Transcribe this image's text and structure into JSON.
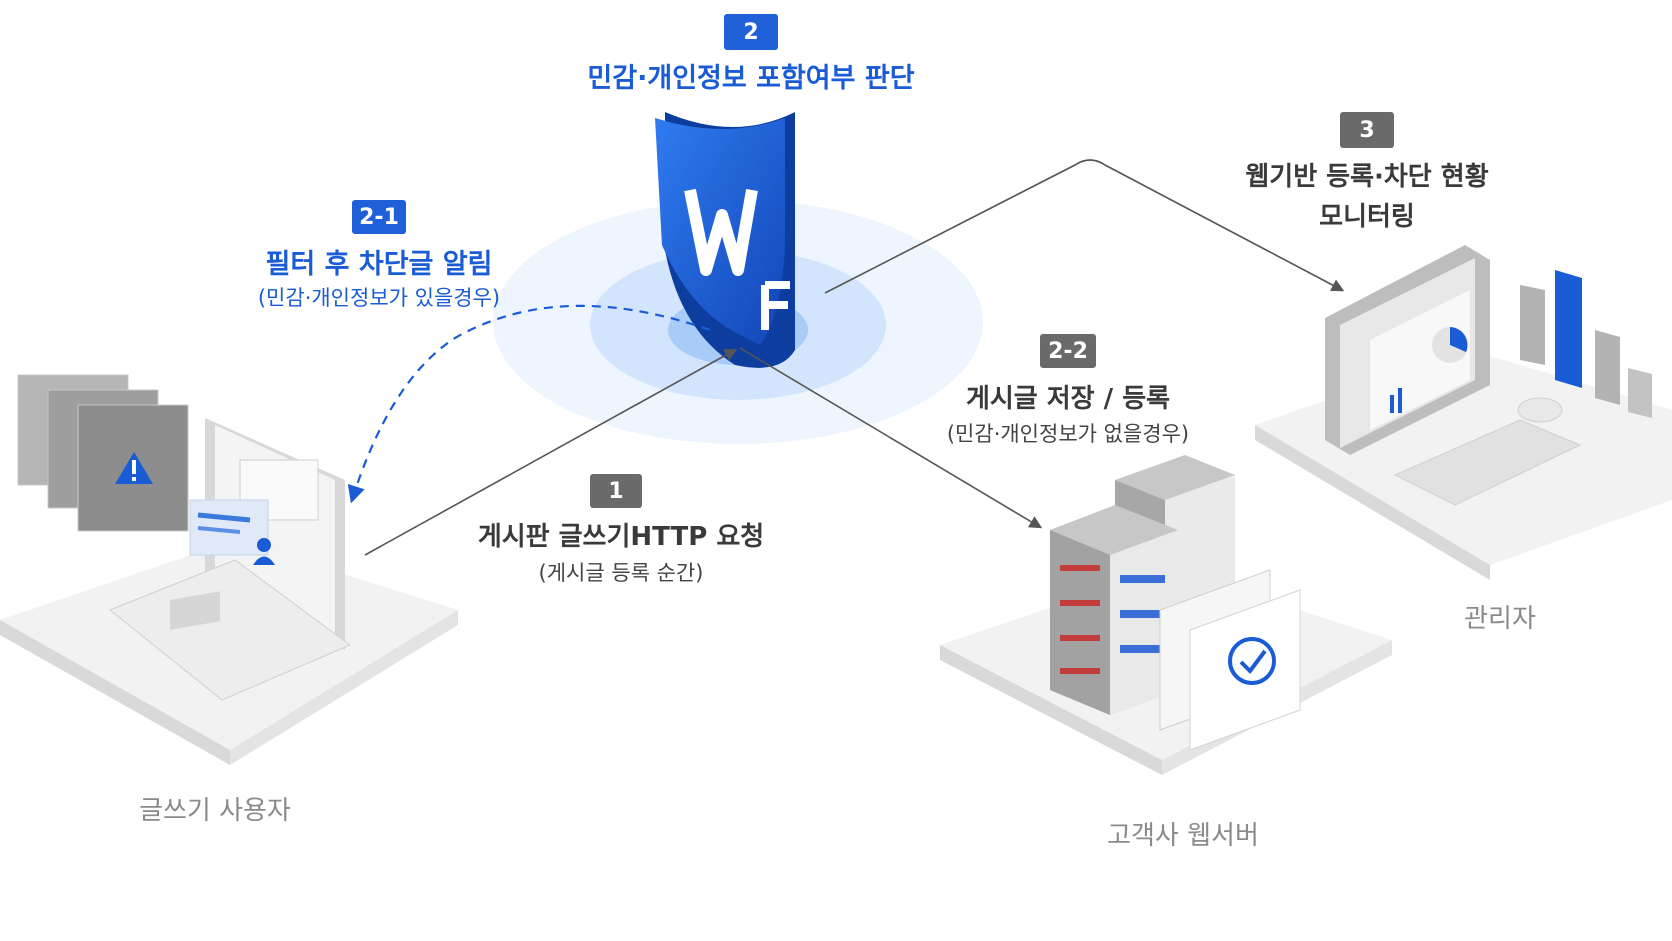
{
  "colors": {
    "accent": "#1a5bd6",
    "badge_blue": "#1f5fd8",
    "badge_gray": "#6a6a6a",
    "line": "#5a5a5a"
  },
  "steps": {
    "s2": {
      "badge": "2",
      "title": "민감·개인정보 포함여부 판단"
    },
    "s2_1": {
      "badge": "2-1",
      "title": "필터 후 차단글 알림",
      "subtitle": "(민감·개인정보가 있을경우)"
    },
    "s1": {
      "badge": "1",
      "title": "게시판 글쓰기HTTP 요청",
      "subtitle": "(게시글 등록 순간)"
    },
    "s2_2": {
      "badge": "2-2",
      "title": "게시글 저장 / 등록",
      "subtitle": "(민감·개인정보가 없을경우)"
    },
    "s3": {
      "badge": "3",
      "title_line1": "웹기반 등록·차단 현황",
      "title_line2": "모니터링"
    }
  },
  "nodes": {
    "writer": "글쓰기 사용자",
    "server": "고객사 웹서버",
    "admin": "관리자"
  },
  "icons": {
    "shield": "waf-shield-icon",
    "warning": "warning-icon",
    "check": "check-circle-icon",
    "user": "user-icon"
  }
}
